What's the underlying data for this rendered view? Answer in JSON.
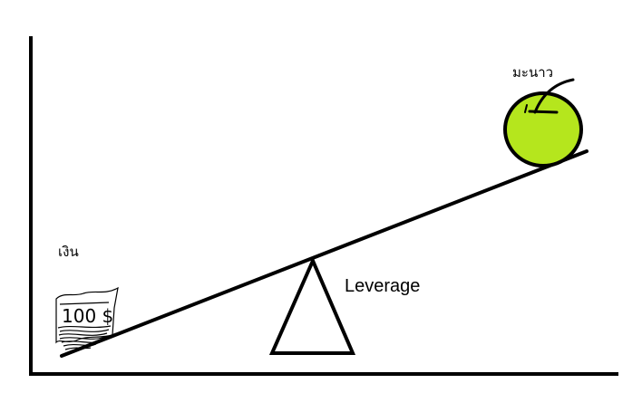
{
  "labels": {
    "money": "เงิน",
    "lime": "มะนาว",
    "concept": "Leverage",
    "banknote": "100 $"
  },
  "colors": {
    "lime_fill": "#b5e61d",
    "ink": "#000000",
    "background": "#ffffff"
  },
  "icons": {
    "fruit": "lime-icon",
    "money": "banknote-icon"
  }
}
